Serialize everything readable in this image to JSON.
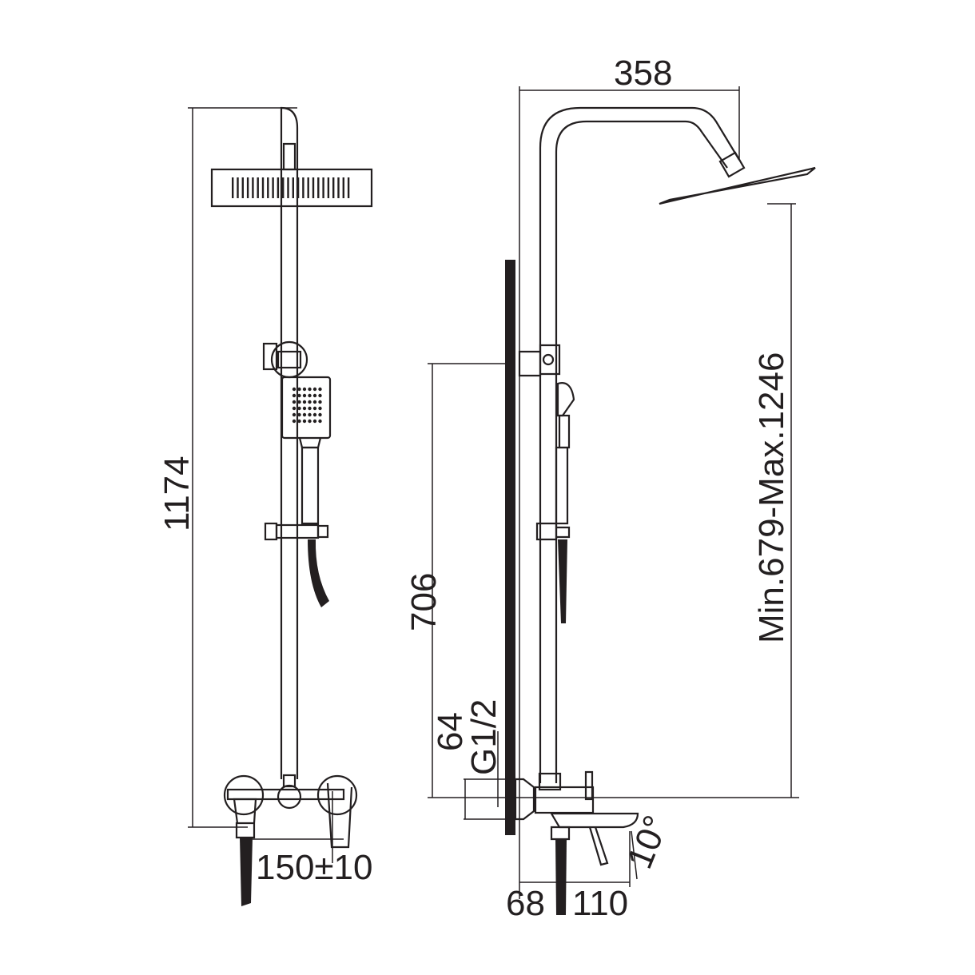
{
  "dimensions": {
    "top_width": "358",
    "total_height": "1174",
    "outlet_height": "706",
    "inlet_offset": "64",
    "thread": "G1/2",
    "adjustable_height": "Min.679-Max.1246",
    "center_distance": "150±10",
    "wall_to_spout": "68",
    "spout_length": "110",
    "spout_angle": "10°"
  },
  "colors": {
    "line": "#231f20",
    "background": "#ffffff"
  }
}
